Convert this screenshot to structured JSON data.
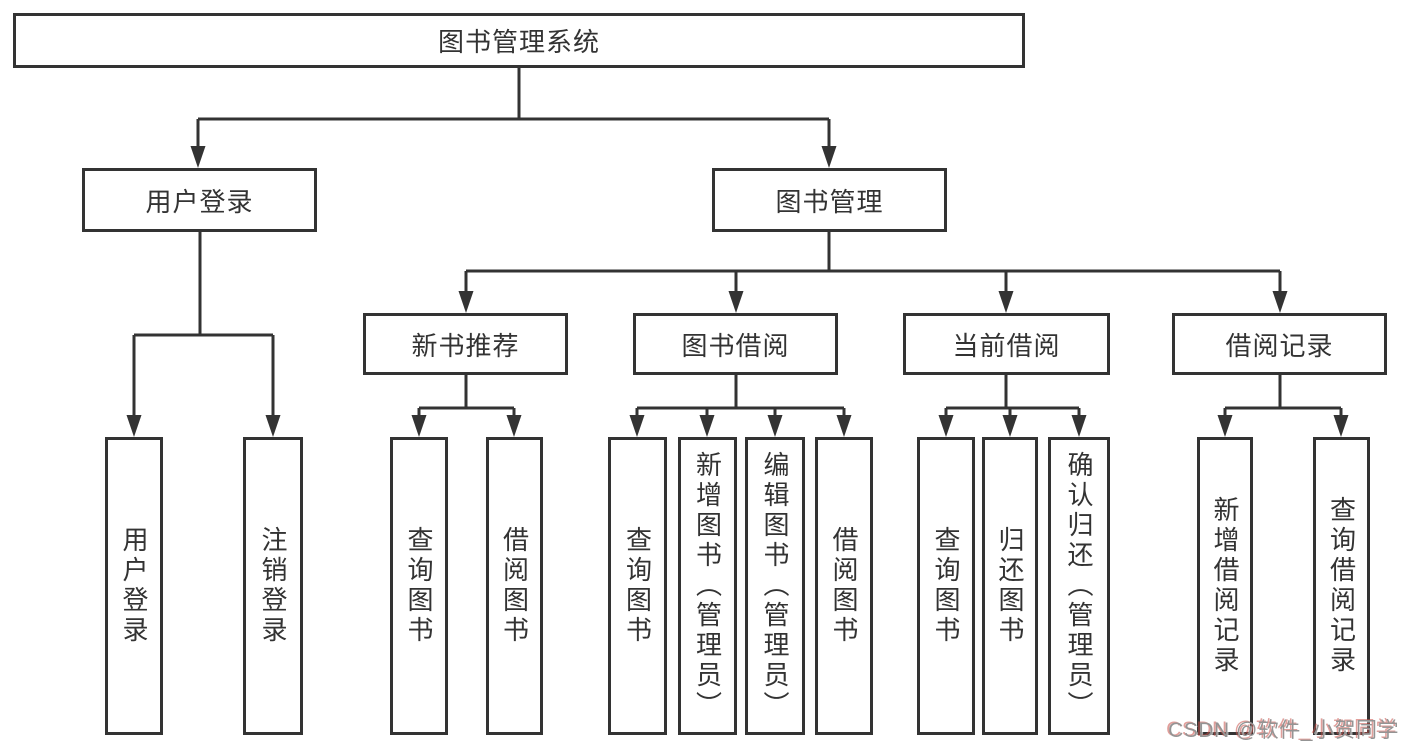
{
  "diagram": {
    "title": "图书管理系统",
    "watermark": "CSDN @软件_小贺同学",
    "colors": {
      "line": "#333333",
      "text": "#333333",
      "background": "#ffffff",
      "watermark_gray": "#949494",
      "watermark_red": "#c95149"
    },
    "tree": {
      "root": "图书管理系统",
      "children": [
        {
          "label": "用户登录",
          "children": [
            "用户登录",
            "注销登录"
          ]
        },
        {
          "label": "图书管理",
          "children": [
            {
              "label": "新书推荐",
              "children": [
                "查询图书",
                "借阅图书"
              ]
            },
            {
              "label": "图书借阅",
              "children": [
                "查询图书",
                "新增图书（管理员）",
                "编辑图书（管理员）",
                "借阅图书"
              ]
            },
            {
              "label": "当前借阅",
              "children": [
                "查询图书",
                "归还图书",
                "确认归还（管理员）"
              ]
            },
            {
              "label": "借阅记录",
              "children": [
                "新增借阅记录",
                "查询借阅记录"
              ]
            }
          ]
        }
      ]
    }
  }
}
